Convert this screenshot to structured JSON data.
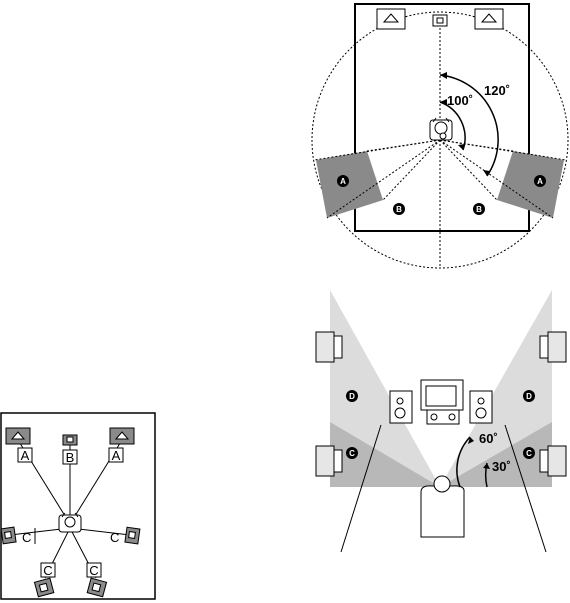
{
  "top_diagram": {
    "angle_outer": "120˚",
    "angle_inner": "100˚",
    "zone_a": "A",
    "zone_b": "B"
  },
  "bottom_diagram": {
    "angle_upper": "60˚",
    "angle_lower": "30˚",
    "zone_c": "C",
    "zone_d": "D"
  },
  "layout_diagram": {
    "label_a": "A",
    "label_b": "B",
    "label_c": "C"
  },
  "colors": {
    "dark_zone": "#8a8a8a",
    "light_zone": "#dcdcdc",
    "mid_zone": "#b8b8b8",
    "line": "#000000"
  }
}
